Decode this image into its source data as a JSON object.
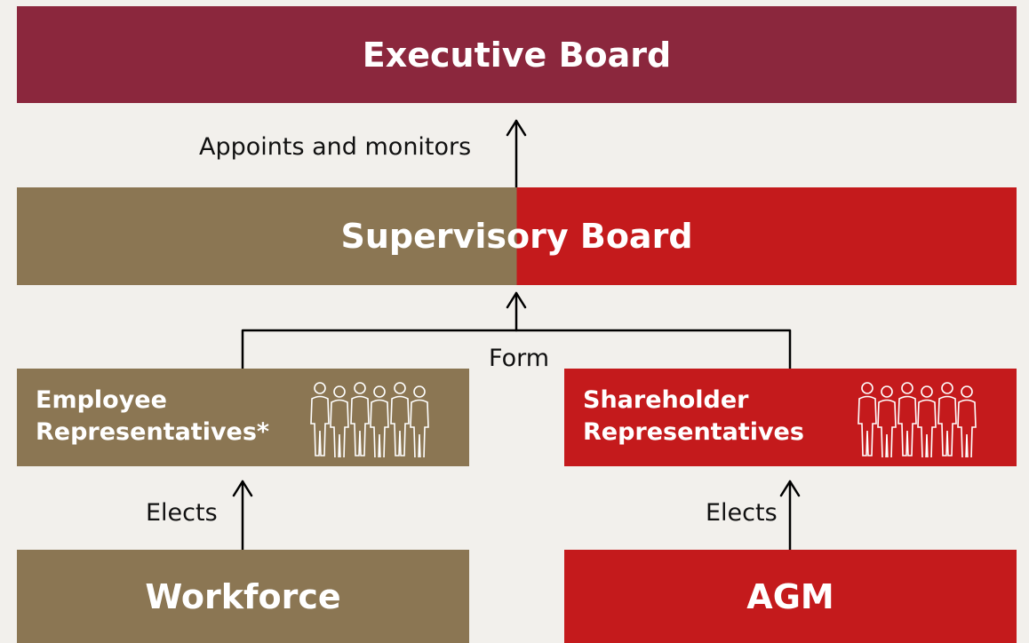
{
  "executive_board": {
    "label": "Executive Board"
  },
  "supervisory_board": {
    "label": "Supervisory Board"
  },
  "employee_representatives": {
    "label": "Employee\nRepresentatives*"
  },
  "shareholder_representatives": {
    "label": "Shareholder\nRepresentatives"
  },
  "workforce": {
    "label": "Workforce"
  },
  "agm": {
    "label": "AGM"
  },
  "connectors": {
    "appoints": "Appoints and monitors",
    "form": "Form",
    "elects_left": "Elects",
    "elects_right": "Elects"
  },
  "icons": {
    "people_group": "people-group-icon"
  },
  "colors": {
    "executive": "#8b273d",
    "employee_side": "#8b7653",
    "shareholder_side": "#c41a1c",
    "background": "#f2f0ec"
  }
}
